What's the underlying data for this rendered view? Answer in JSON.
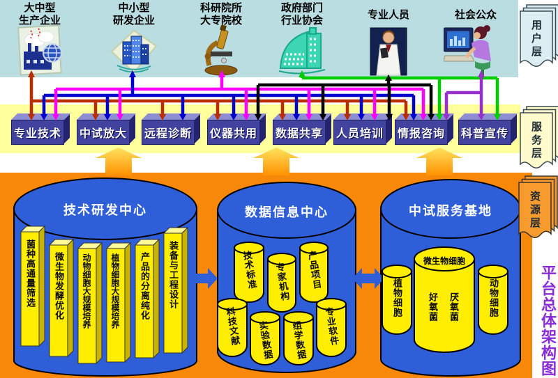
{
  "diagram_title": "平台总体架构图",
  "layers": {
    "user": "用户层",
    "service": "服务层",
    "resource": "资源层"
  },
  "users": [
    {
      "line1": "大中型",
      "line2": "生产企业",
      "icon": "factory-globe"
    },
    {
      "line1": "中小型",
      "line2": "研发企业",
      "icon": "office-buildings"
    },
    {
      "line1": "科研院所",
      "line2": "大专院校",
      "icon": "microscope"
    },
    {
      "line1": "政府部门",
      "line2": "行业协会",
      "icon": "government-building"
    },
    {
      "line1": "专业人员",
      "line2": "",
      "icon": "professional-person"
    },
    {
      "line1": "社会公众",
      "line2": "",
      "icon": "person-at-computer"
    }
  ],
  "services": [
    "专业技术",
    "中试放大",
    "远程诊断",
    "仪器共用",
    "数据共享",
    "人员培训",
    "情报咨询",
    "科普宣传"
  ],
  "centers": {
    "rd": {
      "title": "技术研发中心",
      "pillars": [
        "菌种高通量筛选",
        "微生物发酵优化",
        "动物细胞大规模培养",
        "植物细胞大规模培养",
        "产品的分离纯化",
        "装备与工程设计"
      ]
    },
    "data": {
      "title": "数据信息中心",
      "row1": [
        "技术标准",
        "专家机构",
        "产品项目"
      ],
      "row2": [
        "科技文献",
        "实验数据",
        "组学数据",
        "专业软件"
      ]
    },
    "pilot": {
      "title": "中试服务基地",
      "main": "微生物细胞",
      "main_items": [
        "好氧菌",
        "厌氧菌"
      ],
      "left": "植物细胞",
      "right": "动物细胞"
    }
  },
  "colors": {
    "user_band": "#badde2",
    "service_band": "#ffff9b",
    "resource_band": "#f7880a",
    "cylinder_blue": "#2e5fd9",
    "pillar_yellow": "#ffee00",
    "line_large_enterprise": "#b92e00",
    "line_sme": "#0000cc",
    "line_research": "#ff00ff",
    "line_government": "#00cc00",
    "line_professional": "#000000",
    "line_public": "#9a30cc"
  }
}
